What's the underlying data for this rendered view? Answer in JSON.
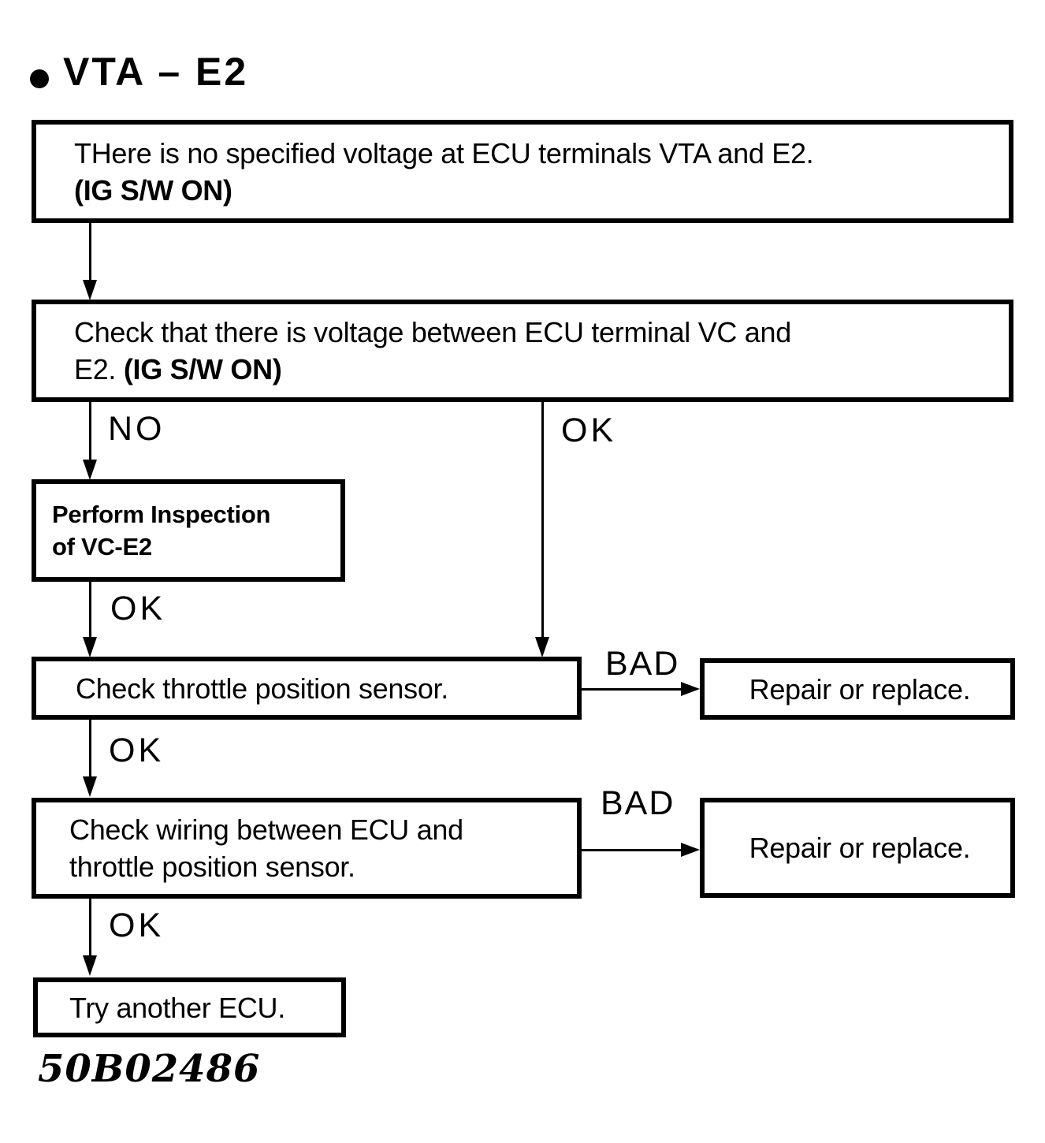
{
  "colors": {
    "ink": "#000000",
    "paper": "#ffffff"
  },
  "title": {
    "bullet_icon": "filled-circle",
    "text": "VTA – E2"
  },
  "boxes": {
    "no_specified_voltage": {
      "line1": "THere is no specified voltage at ECU terminals VTA and E2.",
      "line2_bold": "(IG S/W ON)"
    },
    "check_vc_voltage": {
      "line1": "Check that there is voltage between ECU terminal VC and",
      "line2_prefix": "E2. ",
      "line2_bold": "(IG S/W ON)"
    },
    "perform_inspection": {
      "line1": "Perform Inspection",
      "line2": "of VC-E2"
    },
    "check_throttle_position_sensor": {
      "text": "Check throttle position sensor."
    },
    "repair_or_replace_1": {
      "text": "Repair or replace."
    },
    "check_wiring": {
      "line1": "Check wiring between ECU and",
      "line2": "throttle position sensor."
    },
    "repair_or_replace_2": {
      "text": "Repair or replace."
    },
    "try_another_ecu": {
      "text": "Try another ECU."
    }
  },
  "edges": {
    "no_from_check_vc": {
      "label": "NO"
    },
    "ok_from_check_vc": {
      "label": "OK"
    },
    "ok_from_inspection": {
      "label": "OK"
    },
    "bad_from_tps": {
      "label": "BAD"
    },
    "ok_from_tps": {
      "label": "OK"
    },
    "bad_from_wiring": {
      "label": "BAD"
    },
    "ok_from_wiring": {
      "label": "OK"
    }
  },
  "figure_code": "50B02486"
}
